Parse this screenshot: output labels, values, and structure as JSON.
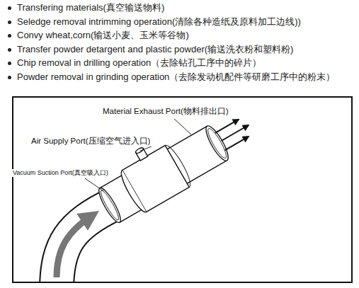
{
  "diagram": {
    "labels": [
      "Transfering materials(真空输送物料)",
      "Seledge removal intrimming operation(清除各种造纸及原料加工边线))",
      "Convy wheat,corn(输送小麦、玉米等谷物)",
      "Transfer powder detargent and plastic powder(输送洗衣粉和塑料粉)",
      "Chip removal in drilling operation（去除钻孔工序中的碎片）",
      "Powder removal in grinding operation（去除发动机配件等研磨工序中的粉末）",
      "Material Exhaust Port(物料排出口)",
      "Air Supply Port(压缩空气进入口)",
      "Vacuum Suction Port(真空吸入口)"
    ]
  }
}
